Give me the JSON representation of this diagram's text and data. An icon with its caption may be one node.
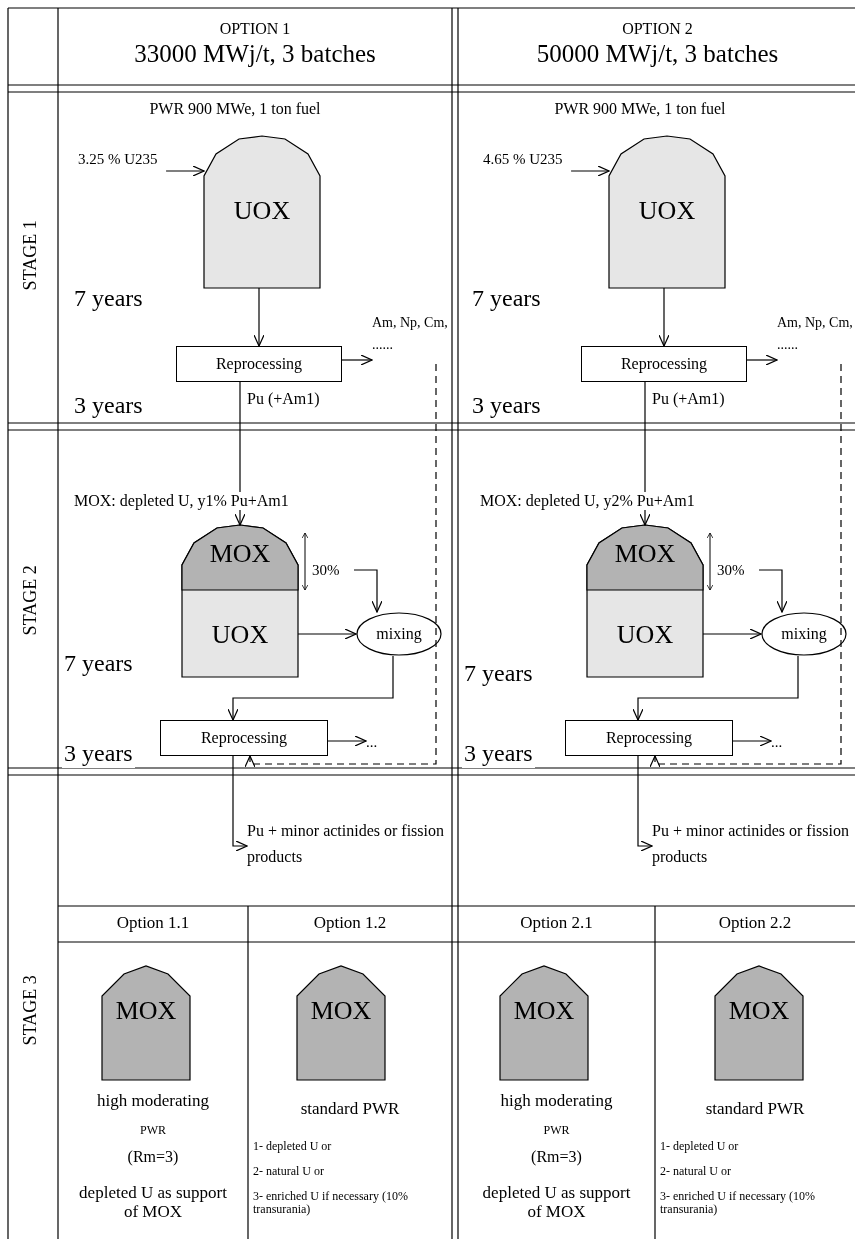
{
  "diagram": {
    "nodes": [
      {
        "text": [
          "3.25 % U235"
        ]
      },
      {
        "text": [
          "UOX"
        ]
      },
      {
        "text": [
          "Reprocessing"
        ]
      },
      {
        "text": [
          "Am, Np, Cm, ......"
        ]
      },
      {
        "text": [
          "MOX",
          "UOX"
        ]
      },
      {
        "text": [
          "30%"
        ]
      },
      {
        "text": [
          "mixing"
        ]
      },
      {
        "text": [
          "Reprocessing"
        ]
      },
      {
        "text": [
          "..."
        ]
      },
      {
        "text": [
          "Pu + minor actinides or fission products"
        ]
      },
      {
        "text": [
          "MOX"
        ],
        "beside": [
          "high moderating",
          "PWR",
          "(Rm=3)",
          "depleted U as support of MOX"
        ]
      },
      {
        "text": [
          "MOX"
        ],
        "beside": [
          "standard PWR",
          "1- depleted U or",
          "2- natural U or",
          "3- enriched U if necessary (10% transurania)"
        ]
      },
      {
        "text": [
          "4.65 % U235"
        ]
      },
      {
        "text": [
          "UOX"
        ]
      },
      {
        "text": [
          "Reprocessing"
        ]
      },
      {
        "text": [
          "Am, Np, Cm, ......"
        ]
      },
      {
        "text": [
          "MOX",
          "UOX"
        ]
      },
      {
        "text": [
          "30%"
        ]
      },
      {
        "text": [
          "mixing"
        ]
      },
      {
        "text": [
          "Reprocessing"
        ]
      },
      {
        "text": [
          "..."
        ]
      },
      {
        "text": [
          "Pu + minor actinides or fission products"
        ]
      },
      {
        "text": [
          "MOX"
        ],
        "beside": [
          "high moderating",
          "PWR",
          "(Rm=3)",
          "depleted U as support of MOX"
        ]
      },
      {
        "text": [
          "MOX"
        ],
        "beside": [
          "standard PWR",
          "1- depleted U or",
          "2- natural U or",
          "3- enriched U if necessary (10% transurania)"
        ]
      }
    ],
    "edges": [
      {
        "from": 0,
        "to": 1,
        "arrow": "to"
      },
      {
        "from": 1,
        "to": 2,
        "arrow": "to"
      },
      {
        "from": 2,
        "to": 3,
        "arrow": "to"
      },
      {
        "from": 2,
        "to": 4,
        "arrow": "to",
        "label": "Pu (+Am1)"
      },
      {
        "from": 5,
        "to": 6,
        "arrow": "to"
      },
      {
        "from": 4,
        "to": 6,
        "arrow": "to"
      },
      {
        "from": 6,
        "to": 7,
        "arrow": "to"
      },
      {
        "from": 7,
        "to": 8,
        "arrow": "to"
      },
      {
        "from": 3,
        "to": 7,
        "arrow": "to",
        "style": "dashed"
      },
      {
        "from": 7,
        "to": 9,
        "arrow": "to"
      },
      {
        "from": 12,
        "to": 13,
        "arrow": "to"
      },
      {
        "from": 13,
        "to": 14,
        "arrow": "to"
      },
      {
        "from": 14,
        "to": 15,
        "arrow": "to"
      },
      {
        "from": 14,
        "to": 16,
        "arrow": "to",
        "label": "Pu (+Am1)"
      },
      {
        "from": 17,
        "to": 18,
        "arrow": "to"
      },
      {
        "from": 16,
        "to": 18,
        "arrow": "to"
      },
      {
        "from": 18,
        "to": 19,
        "arrow": "to"
      },
      {
        "from": 19,
        "to": 20,
        "arrow": "to"
      },
      {
        "from": 15,
        "to": 19,
        "arrow": "to",
        "style": "dashed"
      },
      {
        "from": 19,
        "to": 21,
        "arrow": "to"
      }
    ],
    "labels": [
      "OPTION 1",
      "33000 MWj/t, 3 batches",
      "OPTION 2",
      "50000 MWj/t, 3 batches",
      "STAGE 1",
      "PWR 900 MWe, 1 ton fuel",
      "PWR 900 MWe, 1 ton fuel",
      "7 years",
      "7 years",
      "3 years",
      "3 years",
      "STAGE 2",
      "MOX: depleted U, y1% Pu+Am1",
      "MOX: depleted U, y2% Pu+Am1",
      "7 years",
      "7 years",
      "3 years",
      "3 years",
      "STAGE 3",
      "Option 1.1",
      "Option 1.2",
      "Option 2.1",
      "Option 2.2"
    ]
  }
}
